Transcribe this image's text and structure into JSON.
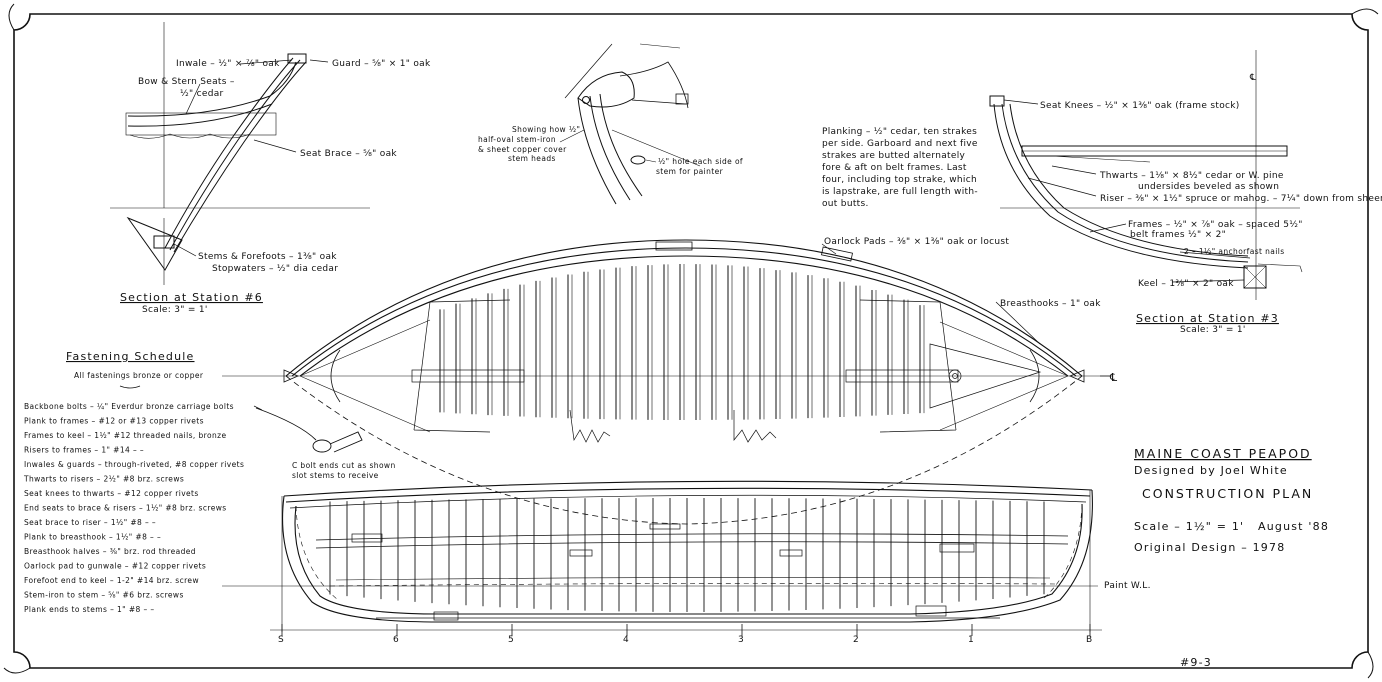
{
  "section6": {
    "inwale": "Inwale – ½\" × ⅞\" oak",
    "guard": "Guard – ⅝\" × 1\" oak",
    "seats_line1": "Bow & Stern Seats –",
    "seats_line2": "½\" cedar",
    "seat_brace": "Seat Brace – ⅝\" oak",
    "stems_line1": "Stems & Forefoots – 1⅜\" oak",
    "stems_line2": "Stopwaters – ½\" dia cedar",
    "title": "Section at Station #6",
    "scale": "Scale: 3\" = 1'"
  },
  "stem_detail": {
    "note_lines": [
      "Showing how ½\"",
      "half-oval stem-iron",
      "& sheet copper cover",
      "stem heads"
    ],
    "hole_lines": [
      "½\" hole each side of",
      "stem for painter"
    ]
  },
  "section3": {
    "planking_lines": [
      "Planking – ½\" cedar, ten strakes",
      "per side. Garboard and next five",
      "strakes are butted alternately",
      "fore & aft on belt frames. Last",
      "four, including top strake, which",
      "is lapstrake, are full length with-",
      "out butts."
    ],
    "seat_knees": "Seat Knees – ½\" × 1⅜\" oak (frame stock)",
    "thwarts_line1": "Thwarts – 1⅛\" × 8½\" cedar or W. pine",
    "thwarts_line2": "undersides beveled as shown",
    "riser": "Riser – ⅜\" × 1½\" spruce or mahog. – 7¼\" down from sheer",
    "frames_line1": "Frames – ½\" × ⅞\" oak – spaced 5½\"",
    "frames_line2": "belt frames ½\" × 2\"",
    "nails": "2 – 1½\" anchorfast nails",
    "keel": "Keel – 1⅜\" × 2\" oak",
    "title": "Section at Station #3",
    "scale": "Scale: 3\" = 1'",
    "cl_mark": "℄"
  },
  "plan": {
    "oarlock_pads": "Oarlock Pads – ⅜\" × 1⅜\" oak or locust",
    "breasthooks": "Breasthooks – 1\" oak",
    "cl_mark": "℄",
    "bolt_note_line1": "C bolt ends cut as shown",
    "bolt_note_line2": "slot stems to receive"
  },
  "schedule": {
    "title": "Fastening Schedule",
    "subtitle": "All fastenings bronze or copper",
    "items": [
      "Backbone bolts – ¼\" Everdur bronze carriage bolts",
      "Plank to frames – #12 or #13 copper rivets",
      "Frames to keel – 1½\" #12 threaded nails, bronze",
      "Risers to frames – 1\" #14   –   –",
      "Inwales & guards – through-riveted, #8 copper rivets",
      "Thwarts to risers – 2½\" #8 brz. screws",
      "Seat knees to thwarts – #12 copper rivets",
      "End seats to brace & risers – 1½\" #8 brz. screws",
      "Seat brace to riser – 1½\" #8   –   –",
      "Plank to breasthook – 1½\" #8   –   –",
      "Breasthook halves – ⅜\" brz. rod threaded",
      "Oarlock pad to gunwale – #12 copper rivets",
      "Forefoot end to keel – 1-2\" #14 brz. screw",
      "Stem-iron to stem – ⅝\" #6 brz. screws",
      "Plank ends to stems – 1\" #8   –   –"
    ]
  },
  "title_block": {
    "name": "MAINE COAST PEAPOD",
    "designer": "Designed by Joel White",
    "plan_type": "CONSTRUCTION PLAN",
    "scale": "Scale – 1½\" = 1'",
    "date": "August '88",
    "original": "Original Design – 1978",
    "sheet_no": "#9-3"
  },
  "profile": {
    "paint_wl": "Paint W.L.",
    "stations": [
      "S",
      "6",
      "5",
      "4",
      "3",
      "2",
      "1",
      "B"
    ]
  }
}
